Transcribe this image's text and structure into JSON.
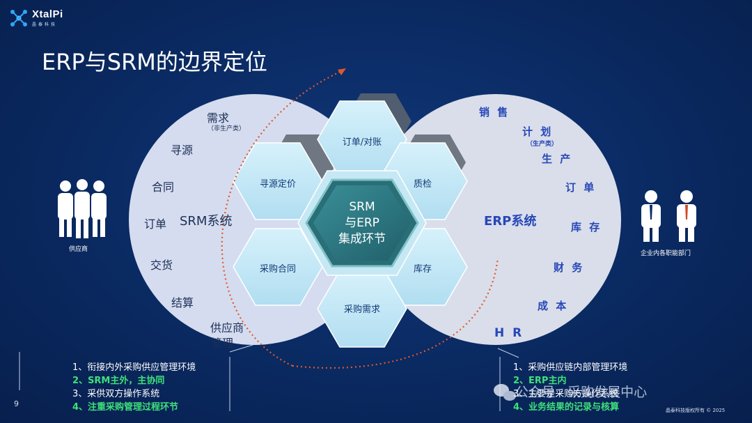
{
  "logo": {
    "name": "XtalPi",
    "sub": "晶泰科技"
  },
  "title": "ERP与SRM的边界定位",
  "left_actor_label": "供应商",
  "right_actor_label": "企业内各职能部门",
  "srm": {
    "label": "SRM系统",
    "items": {
      "demand": "需求",
      "demand_sub": "（非生产类）",
      "sourcing": "寻源",
      "contract": "合同",
      "order": "订单",
      "delivery": "交货",
      "settlement": "结算",
      "supplier_mgmt_1": "供应商",
      "supplier_mgmt_2": "管理"
    }
  },
  "erp": {
    "label": "ERP系统",
    "items": {
      "sales": "销 售",
      "plan": "计 划",
      "plan_sub": "（生产类）",
      "production": "生 产",
      "order": "订 单",
      "inventory": "库 存",
      "finance": "财 务",
      "cost": "成 本",
      "hr": "H R"
    }
  },
  "hexagons": {
    "top": "订单/对账",
    "upper_left": "寻源定价",
    "upper_right": "质检",
    "lower_left": "采购合同",
    "lower_right": "库存",
    "bottom": "采购需求",
    "center_1": "SRM",
    "center_2": "与ERP",
    "center_3": "集成环节"
  },
  "srm_notes": [
    {
      "text": "1、衔接内外采购供应管理环境",
      "highlight": false
    },
    {
      "text": "2、SRM主外，主协同",
      "highlight": true
    },
    {
      "text": "3、采供双方操作系统",
      "highlight": false
    },
    {
      "text": "4、注重采购管理过程环节",
      "highlight": true
    }
  ],
  "erp_notes": [
    {
      "text": "1、采购供应链内部管理环境",
      "highlight": false
    },
    {
      "text": "2、ERP主内",
      "highlight": true
    },
    {
      "text": "3、主要是采购方操作系统",
      "highlight": false
    },
    {
      "text": "4、业务结果的记录与核算",
      "highlight": true
    }
  ],
  "page_number": "9",
  "watermark": "公众号 · 采购发展中心",
  "copyright": "晶泰科技版权所有 © 2025",
  "colors": {
    "background": "#0b2c66",
    "circle_fill": "#d7def0",
    "hex_fill": "#bfe6f5",
    "center_fill": "#2d7c86",
    "arc": "#e0582a",
    "highlight_text": "#3ee07a",
    "erp_items": "#2747b8"
  }
}
